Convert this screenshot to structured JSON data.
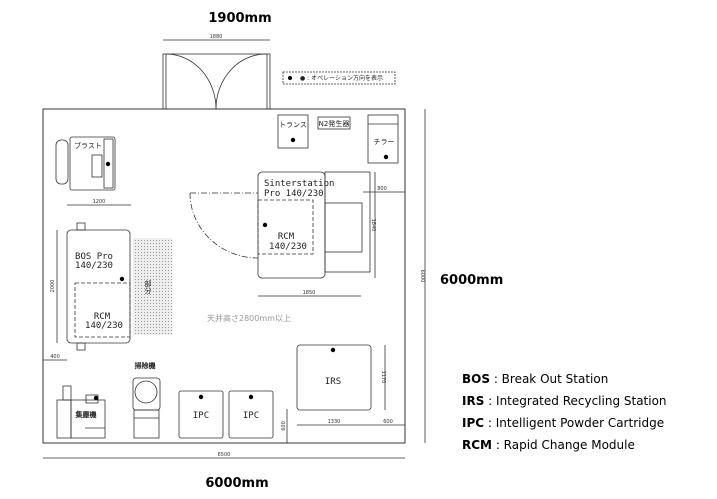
{
  "dimensions": {
    "top_width": "1900mm",
    "right_height": "6000mm",
    "bottom_width": "6000mm",
    "door_width": "1880",
    "floor_width": "6500",
    "floor_height": "6000",
    "bos_width": "1200",
    "bos_height": "2000",
    "left_clearance": "400",
    "sinter_width": "1850",
    "sinter_height": "1840",
    "sinter_right": "800",
    "irs_width": "1330",
    "irs_height": "1170",
    "irs_right": "600",
    "irs_bottom": "600"
  },
  "legend_note": "● : オペレーション方向を表示",
  "ceiling_note": "天井高さ2800mm以上",
  "equipment": {
    "transformer": "トランス",
    "n2": "N2発生器",
    "chiller": "チラー",
    "blast": "ブラスト",
    "sinter_name": "Sinterstation",
    "sinter_model": "Pro 140/230",
    "rcm": "RCM",
    "rcm_model": "140/230",
    "bos_name": "BOS Pro",
    "bos_model": "140/230",
    "work_area": "部分",
    "vacuum": "掃除機",
    "dust": "集塵機",
    "ipc": "IPC",
    "irs": "IRS"
  },
  "key": [
    {
      "abbr": "BOS",
      "desc": "Break Out Station"
    },
    {
      "abbr": "IRS",
      "desc": "Integrated Recycling Station"
    },
    {
      "abbr": "IPC",
      "desc": "Intelligent Powder Cartridge"
    },
    {
      "abbr": "RCM",
      "desc": "Rapid Change Module"
    }
  ]
}
